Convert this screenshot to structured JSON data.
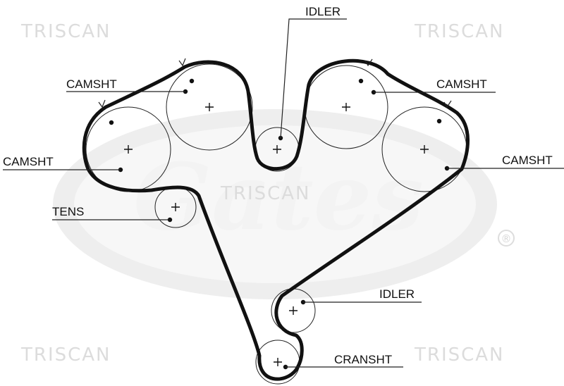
{
  "watermark": {
    "brand": "TRISCAN",
    "logo": "Gates",
    "registered_mark": "®"
  },
  "labels": {
    "idler_top": "IDLER",
    "camshaft_upper_left": "CAMSHT",
    "camshaft_upper_right": "CAMSHT",
    "camshaft_left": "CAMSHT",
    "camshaft_right": "CAMSHT",
    "tensioner": "TENS",
    "idler_lower": "IDLER",
    "crankshaft": "CRANSHT"
  },
  "colors": {
    "line": "#111111",
    "watermark": "#dcdcdc",
    "background": "#ffffff"
  }
}
